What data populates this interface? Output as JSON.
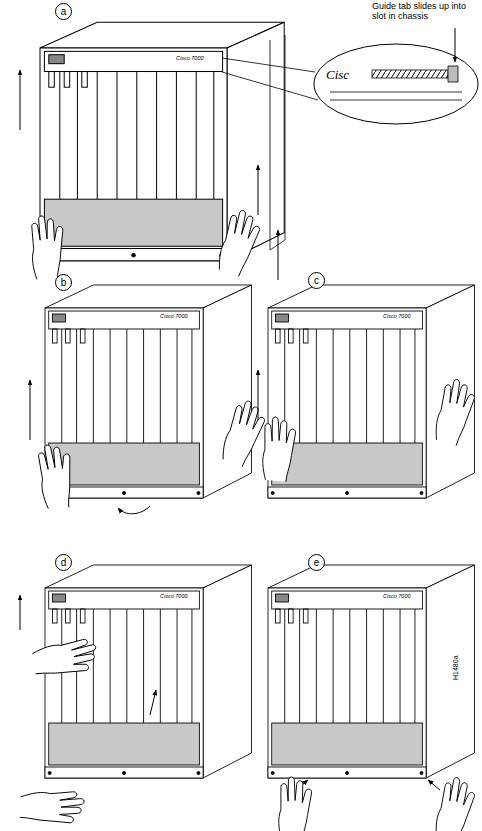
{
  "diagram": {
    "nodes": [
      {
        "text": [
          "a"
        ]
      },
      {
        "text": [
          "b"
        ]
      },
      {
        "text": [
          "c"
        ]
      },
      {
        "text": [
          "d"
        ]
      },
      {
        "text": [
          "e"
        ]
      }
    ],
    "labels": [
      "Guide tab slides up into slot in chassis",
      "Cisc",
      "Cisco 7000",
      "Cisco 7000",
      "Cisco 7000",
      "Cisco 7000",
      "Cisco 7000",
      "H1480a"
    ]
  }
}
